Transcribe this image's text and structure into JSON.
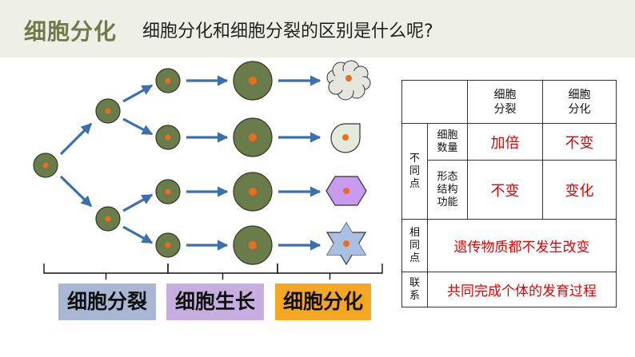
{
  "header": {
    "title": "细胞分化",
    "question": "细胞分化和细胞分裂的区别是什么呢?"
  },
  "stages": [
    "细胞分裂",
    "细胞生长",
    "细胞分化"
  ],
  "colors": {
    "header_bg": "#eef0e8",
    "title_text": "#6f7c4a",
    "cell_fill": "#6b7c4b",
    "nucleus": "#ee6a1c",
    "arrow": "#3c6fae",
    "stage_division_bg": "#a8b7d4",
    "stage_growth_bg": "#c6aee0",
    "stage_differentiation_bg": "#f5a623",
    "table_value_text": "#e00000"
  },
  "differentiated_cell_shapes": [
    "cloud",
    "teardrop",
    "hexagon",
    "star"
  ],
  "table": {
    "col_headers": [
      "细胞分裂",
      "细胞分化"
    ],
    "diff_group_label": "不同点",
    "rows": [
      {
        "label": "细胞数量",
        "division": "加倍",
        "differentiation": "不变"
      },
      {
        "label": "形态结构功能",
        "division": "不变",
        "differentiation": "变化"
      }
    ],
    "same_label": "相同点",
    "same_value": "遗传物质都不发生改变",
    "link_label": "联系",
    "link_value": "共同完成个体的发育过程"
  }
}
